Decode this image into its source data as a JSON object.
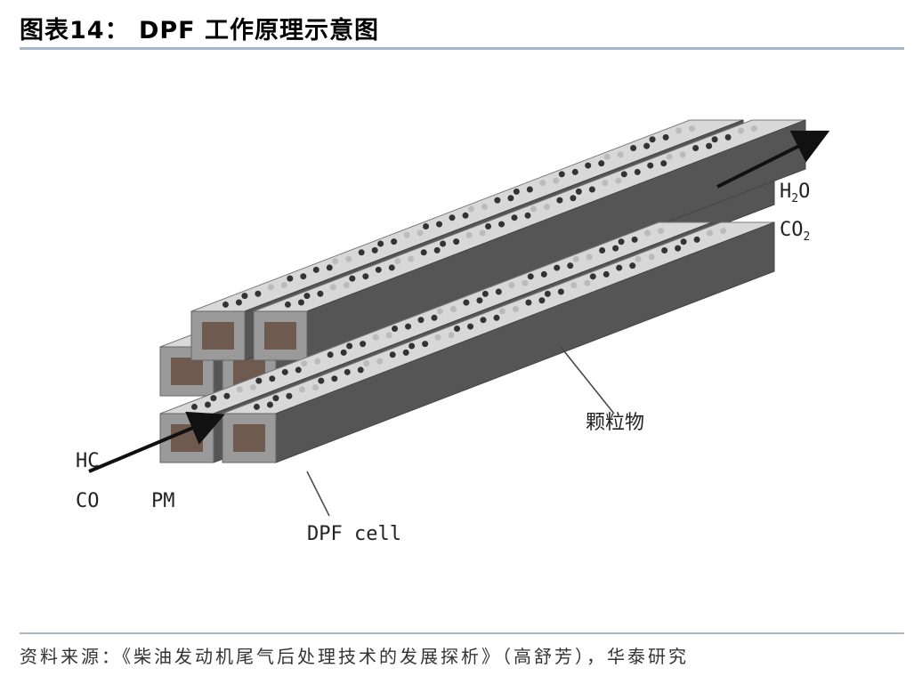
{
  "title": "图表14：  DPF 工作原理示意图",
  "diagram": {
    "outlet_labels": [
      "H",
      "2",
      "O",
      "CO",
      "2"
    ],
    "particle_label": "颗粒物",
    "inlet_labels": [
      "HC",
      "CO",
      "PM"
    ],
    "cell_label": "DPF cell"
  },
  "source": "资料来源：《柴油发动机尾气后处理技术的发展探析》（高舒芳），华泰研究"
}
